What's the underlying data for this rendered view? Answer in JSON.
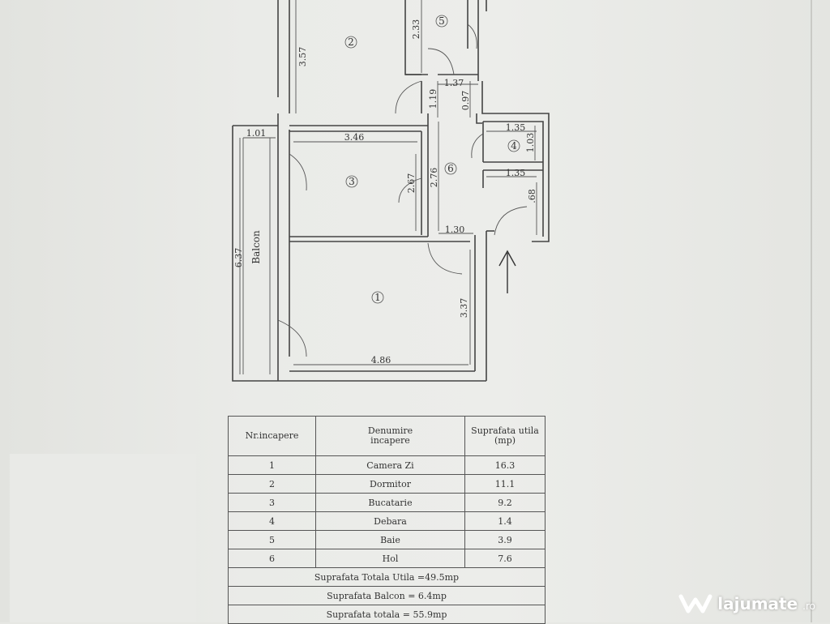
{
  "plan": {
    "rooms": {
      "r1": "1",
      "r2": "2",
      "r3": "3",
      "r4": "4",
      "r5": "5",
      "r6": "6"
    },
    "balcony_label": "Balcon",
    "dimensions": {
      "d_357": "3.57",
      "d_233": "2.33",
      "d_137": "1.37",
      "d_119": "1.19",
      "d_097": "0.97",
      "d_101": "1.01",
      "d_346": "3.46",
      "d_135a": "1.35",
      "d_103": "1.03",
      "d_267": "2.67",
      "d_276": "2.76",
      "d_135b": "1.35",
      "d_068": ".68",
      "d_130": "1.30",
      "d_637": "6.37",
      "d_337": "3.37",
      "d_486": "4.86"
    }
  },
  "table": {
    "headers": {
      "h1": "Nr.incapere",
      "h2a": "Denumire",
      "h2b": "incapere",
      "h3a": "Suprafata utila",
      "h3b": "(mp)"
    },
    "rows": [
      {
        "nr": "1",
        "name": "Camera Zi",
        "area": "16.3"
      },
      {
        "nr": "2",
        "name": "Dormitor",
        "area": "11.1"
      },
      {
        "nr": "3",
        "name": "Bucatarie",
        "area": "9.2"
      },
      {
        "nr": "4",
        "name": "Debara",
        "area": "1.4"
      },
      {
        "nr": "5",
        "name": "Baie",
        "area": "3.9"
      },
      {
        "nr": "6",
        "name": "Hol",
        "area": "7.6"
      }
    ],
    "totals": {
      "useful": "Suprafata Totala Utila =49.5mp",
      "balcony": "Suprafata Balcon = 6.4mp",
      "total": "Suprafata totala = 55.9mp"
    }
  },
  "watermark": {
    "brand": "lajumate",
    "suffix": ".ro"
  }
}
